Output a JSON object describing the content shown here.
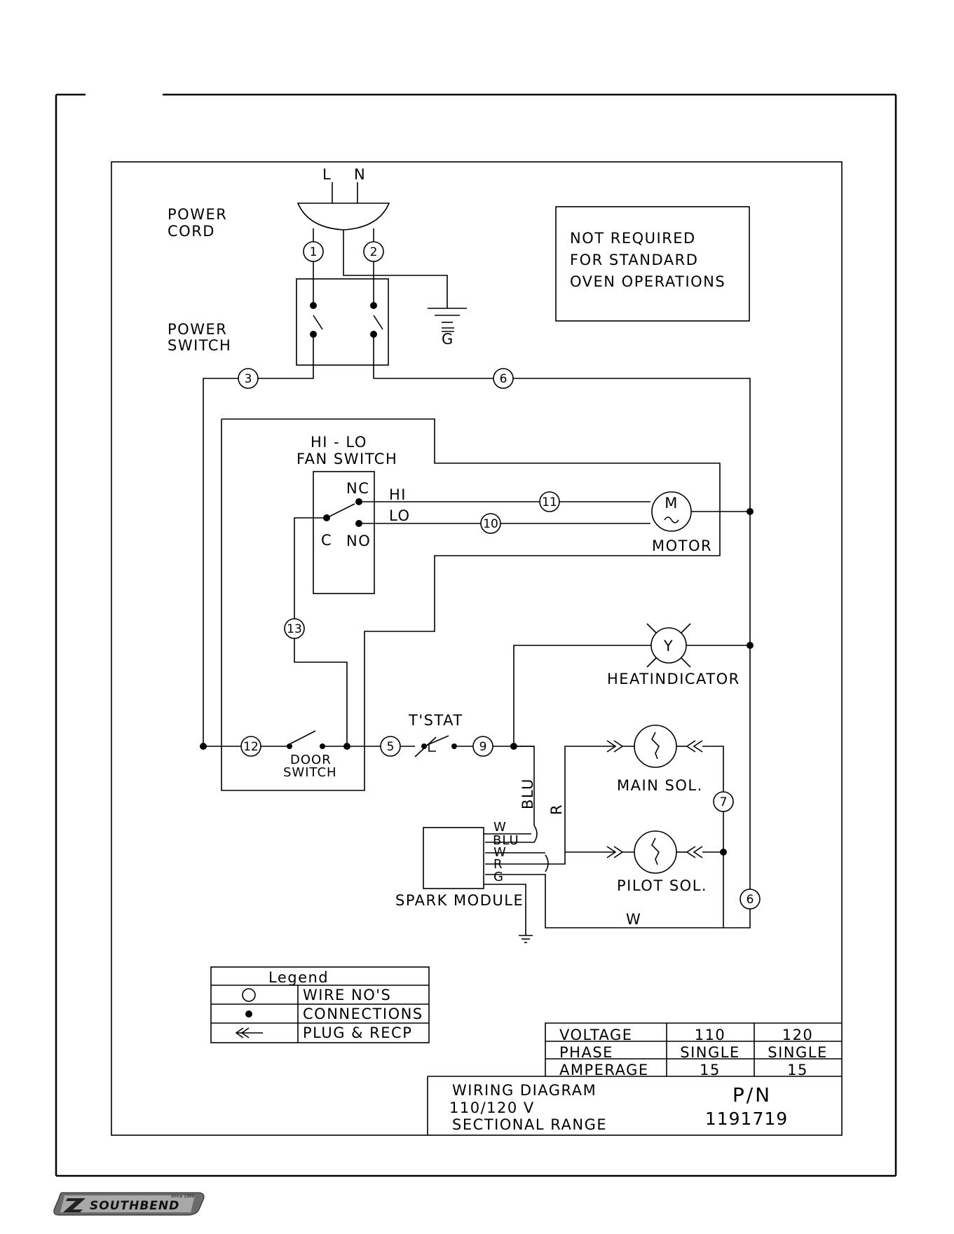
{
  "power_cord": {
    "line1": "POWER",
    "line2": "CORD",
    "L": "L",
    "N": "N"
  },
  "power_switch": {
    "line1": "POWER",
    "line2": "SWITCH"
  },
  "ground": "G",
  "note": {
    "line1": "NOT REQUIRED",
    "line2": "FOR STANDARD",
    "line3": "OVEN OPERATIONS"
  },
  "fan_switch": {
    "line1": "HI - LO",
    "line2": "FAN SWITCH",
    "NC": "NC",
    "NO": "NO",
    "C": "C",
    "HI": "HI",
    "LO": "LO"
  },
  "motor": {
    "symbol": "M",
    "label": "MOTOR"
  },
  "heat_indicator": {
    "symbol": "Y",
    "label": "HEATINDICATOR"
  },
  "door_switch": {
    "line1": "DOOR",
    "line2": "SWITCH"
  },
  "tstat": "T'STAT",
  "main_sol": "MAIN SOL.",
  "pilot_sol": "PILOT SOL.",
  "spark_module": {
    "label": "SPARK MODULE",
    "pins": [
      "W",
      "BLU",
      "W",
      "R",
      "G"
    ]
  },
  "wire_colors": {
    "blu": "BLU",
    "r": "R",
    "w": "W"
  },
  "wire_numbers": [
    "1",
    "2",
    "3",
    "6",
    "11",
    "10",
    "13",
    "12",
    "5",
    "9",
    "7",
    "6"
  ],
  "legend": {
    "title": "Legend",
    "rows": [
      "WIRE NO'S",
      "CONNECTIONS",
      "PLUG & RECP"
    ]
  },
  "spec_table": {
    "rows": [
      [
        "VOLTAGE",
        "110",
        "120"
      ],
      [
        "PHASE",
        "SINGLE",
        "SINGLE"
      ],
      [
        "AMPERAGE",
        "15",
        "15"
      ]
    ]
  },
  "title_block": {
    "line1": "WIRING DIAGRAM",
    "line2": "110/120 V",
    "line3": "SECTIONAL RANGE",
    "pn_label": "P/N",
    "pn": "1191719"
  },
  "logo": {
    "brand": "SOUTHBEND",
    "tagline": "Since 1898"
  }
}
